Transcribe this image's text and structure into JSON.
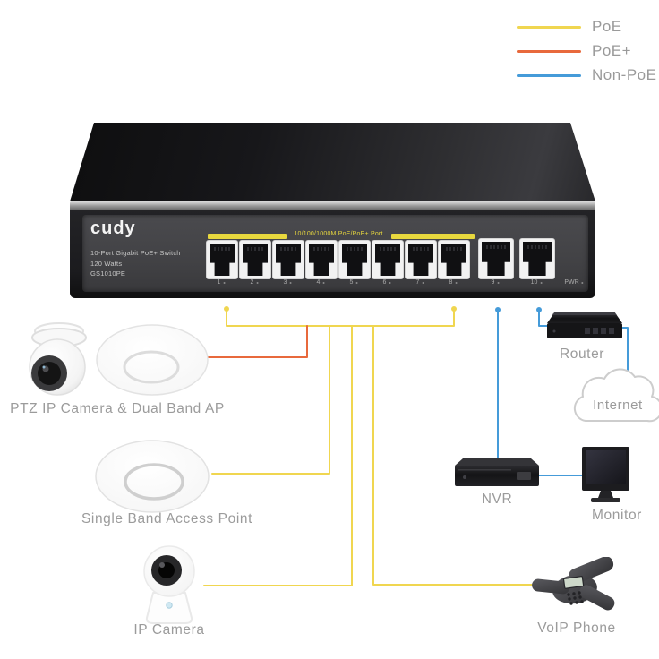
{
  "legend": {
    "items": [
      {
        "label": "PoE",
        "color": "#F0D650"
      },
      {
        "label": "PoE+",
        "color": "#E8693C"
      },
      {
        "label": "Non-PoE",
        "color": "#459BD9"
      }
    ]
  },
  "switch": {
    "brand": "cudy",
    "description": "10-Port Gigabit PoE+ Switch",
    "wattage": "120 Watts",
    "model": "GS1010PE",
    "poe_banner": "10/100/1000M PoE/PoE+ Port",
    "port_labels": [
      "1",
      "2",
      "3",
      "4",
      "5",
      "6",
      "7",
      "8",
      "9",
      "10",
      "PWR"
    ],
    "accent_color": "#E8D83E"
  },
  "devices": {
    "camera_ap_combo": {
      "label": "PTZ IP Camera & Dual Band AP"
    },
    "single_ap": {
      "label": "Single Band Access Point"
    },
    "ip_camera": {
      "label": "IP Camera"
    },
    "voip_phone": {
      "label": "VoIP Phone"
    },
    "nvr": {
      "label": "NVR"
    },
    "monitor": {
      "label": "Monitor"
    },
    "router": {
      "label": "Router"
    },
    "internet": {
      "label": "Internet"
    }
  },
  "connections": [
    {
      "from": "switch-poe-ports",
      "to": "ptz-ip-camera-and-dual-band-ap",
      "type": "PoE+",
      "color": "#E8693C"
    },
    {
      "from": "switch-poe-ports",
      "to": "single-band-access-point",
      "type": "PoE",
      "color": "#F0D650"
    },
    {
      "from": "switch-poe-ports",
      "to": "ip-camera",
      "type": "PoE",
      "color": "#F0D650"
    },
    {
      "from": "switch-poe-ports",
      "to": "voip-phone",
      "type": "PoE",
      "color": "#F0D650"
    },
    {
      "from": "switch-port-9",
      "to": "nvr",
      "type": "Non-PoE",
      "color": "#459BD9"
    },
    {
      "from": "switch-port-10",
      "to": "router",
      "type": "Non-PoE",
      "color": "#459BD9"
    },
    {
      "from": "router",
      "to": "internet",
      "type": "Non-PoE",
      "color": "#459BD9"
    },
    {
      "from": "nvr",
      "to": "monitor",
      "type": "Non-PoE",
      "color": "#459BD9"
    }
  ]
}
